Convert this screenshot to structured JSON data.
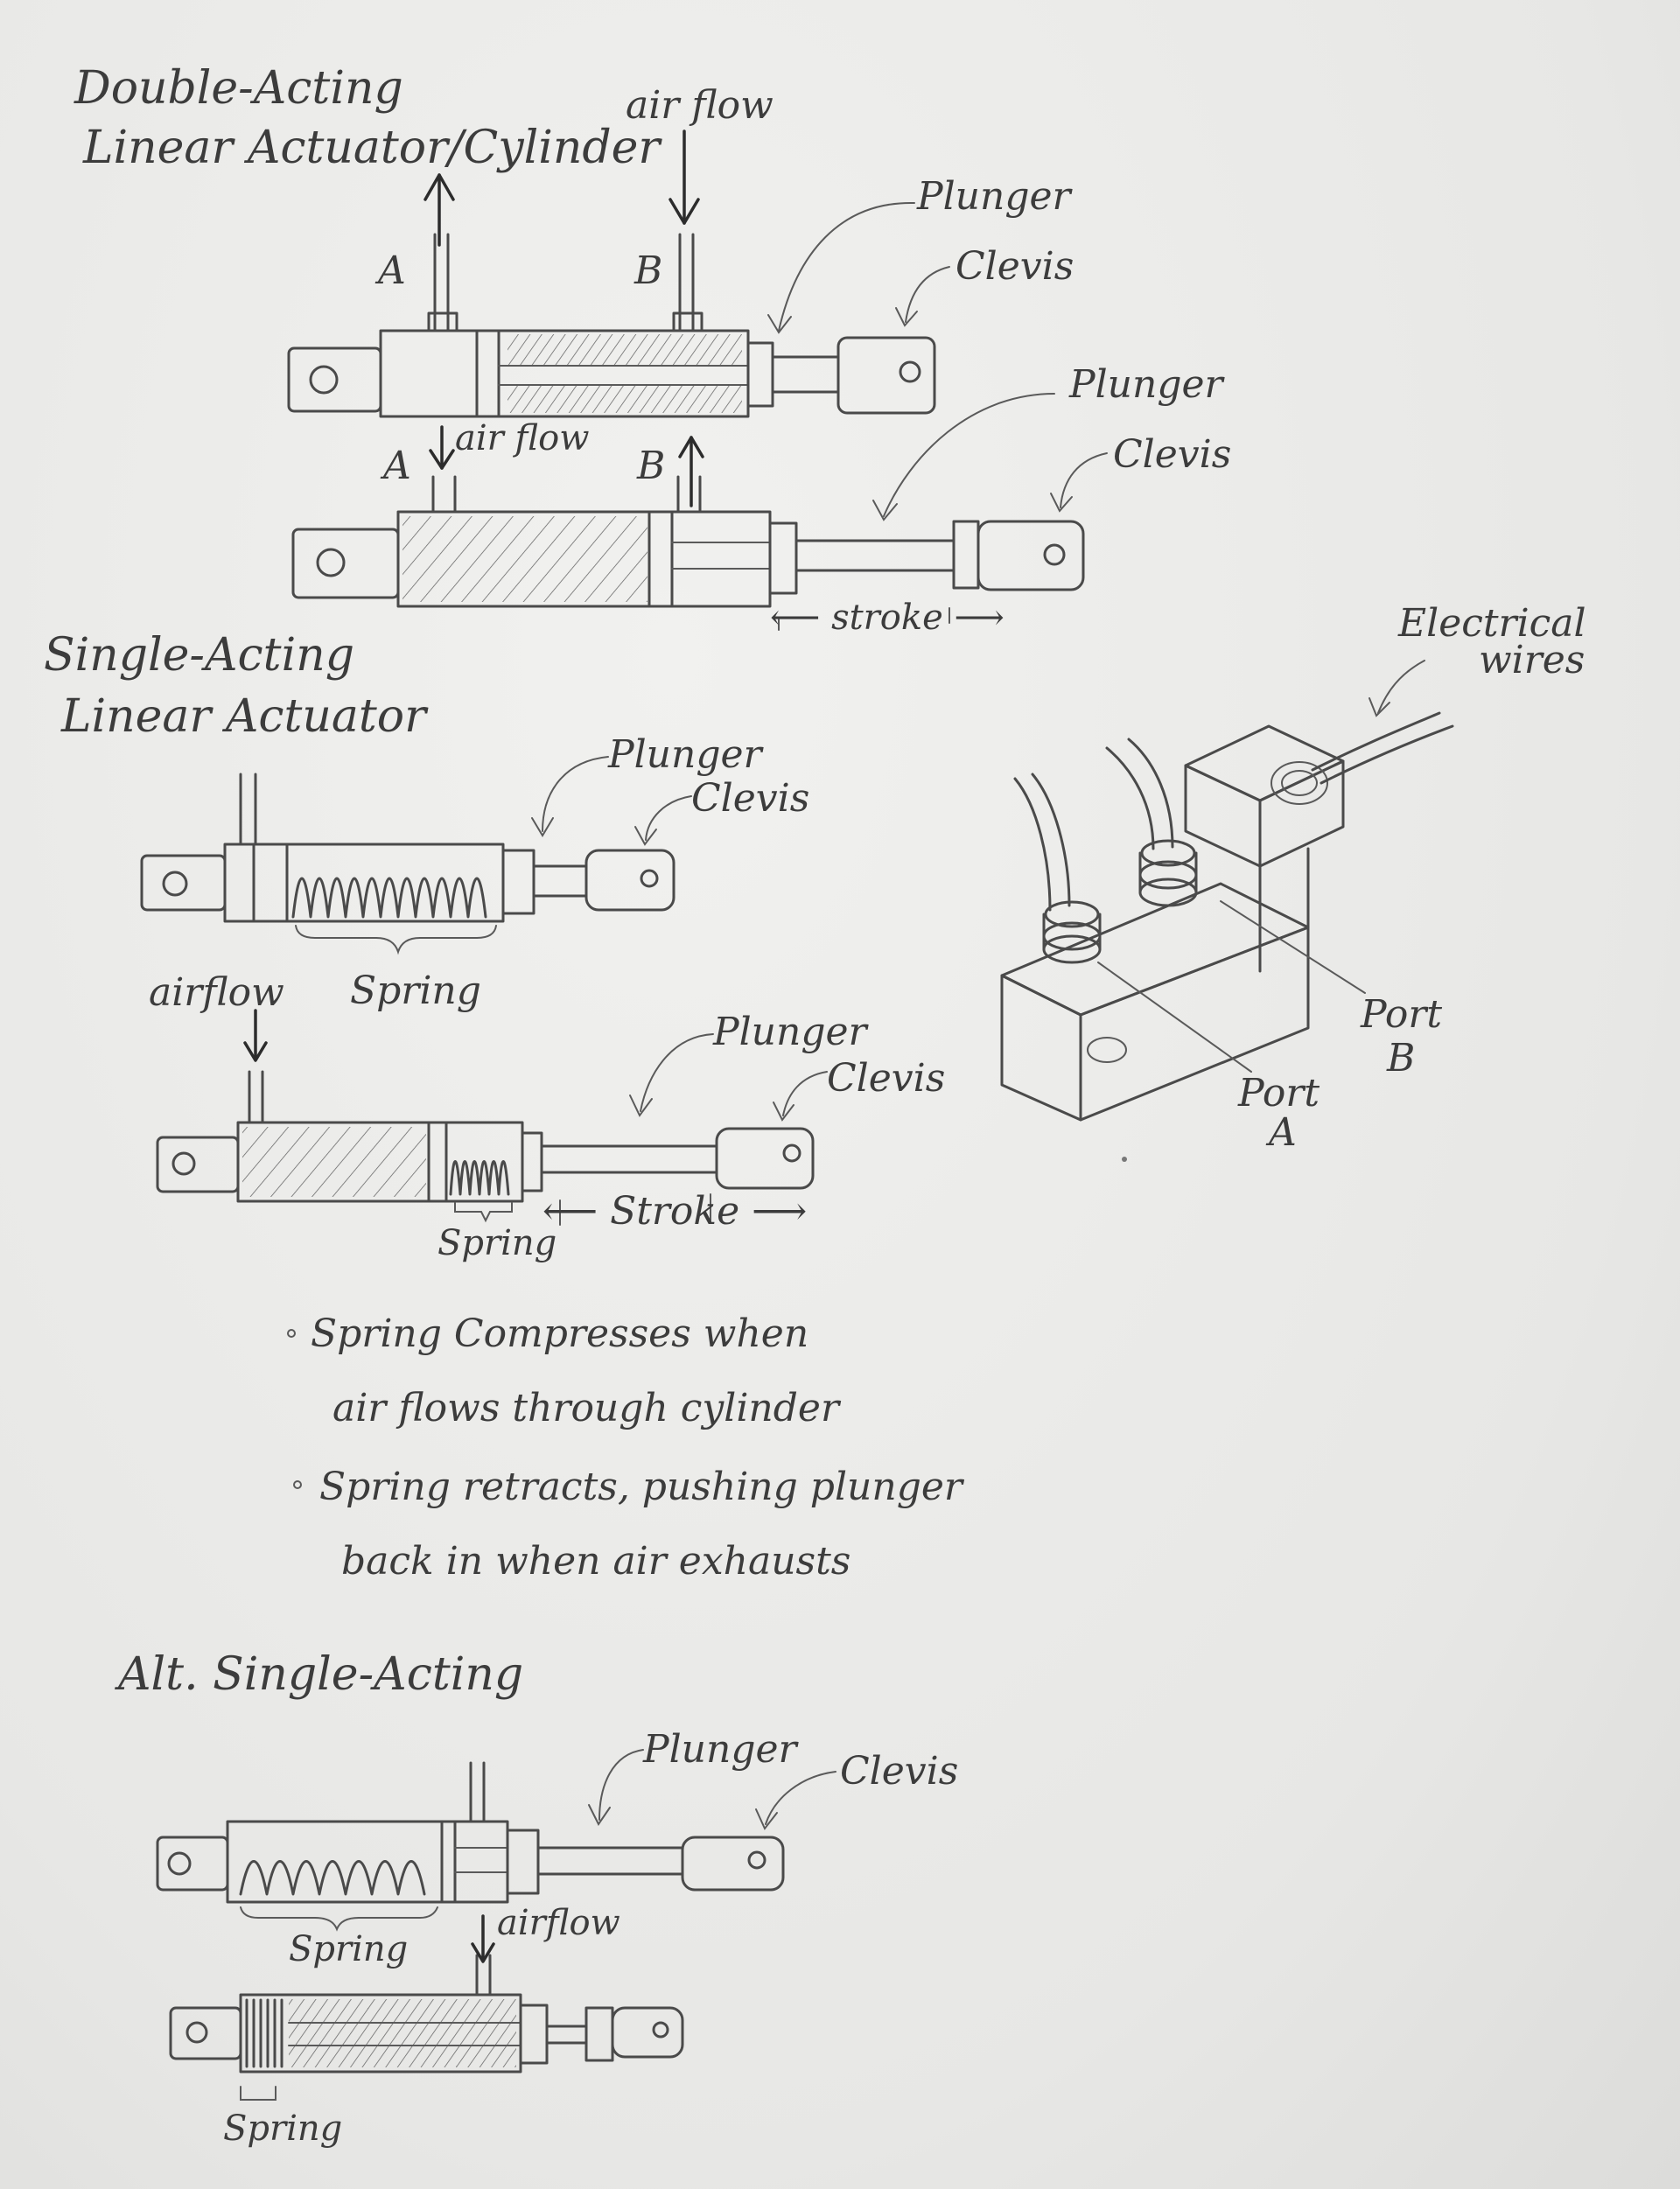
{
  "double_acting": {
    "title_line1": "Double-Acting",
    "title_line2": "Linear Actuator/Cylinder",
    "extended": {
      "port_a": "A",
      "port_b": "B",
      "airflow": "air flow",
      "plunger": "Plunger",
      "clevis": "Clevis"
    },
    "retracted": {
      "port_a": "A",
      "port_b": "B",
      "airflow": "air flow",
      "plunger": "Plunger",
      "clevis": "Clevis",
      "stroke": "stroke"
    }
  },
  "single_acting": {
    "title_line1": "Single-Acting",
    "title_line2": "Linear Actuator",
    "top": {
      "plunger": "Plunger",
      "clevis": "Clevis",
      "spring": "Spring",
      "airflow": "airflow"
    },
    "bottom": {
      "plunger": "Plunger",
      "clevis": "Clevis",
      "spring": "Spring",
      "stroke": "Stroke"
    },
    "notes": [
      {
        "line1": "Spring Compresses when",
        "line2": "air flows through cylinder"
      },
      {
        "line1": "Spring retracts, pushing plunger",
        "line2": "back in when air exhausts"
      }
    ]
  },
  "valve": {
    "wires_line1": "Electrical",
    "wires_line2": "wires",
    "port_a_line1": "Port",
    "port_a_line2": "A",
    "port_b_line1": "Port",
    "port_b_line2": "B"
  },
  "alt_single_acting": {
    "title": "Alt. Single-Acting",
    "top": {
      "plunger": "Plunger",
      "clevis": "Clevis",
      "spring": "Spring"
    },
    "bottom": {
      "airflow": "airflow",
      "spring": "Spring"
    }
  }
}
